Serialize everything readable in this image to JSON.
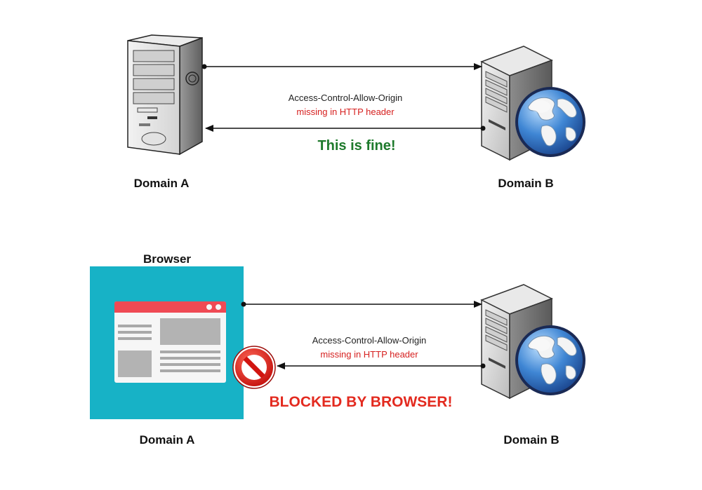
{
  "top_scenario": {
    "left_label": "Domain A",
    "right_label": "Domain B",
    "header_line1": "Access-Control-Allow-Origin",
    "header_line2": "missing in HTTP header",
    "result": "This is fine!"
  },
  "bottom_scenario": {
    "browser_title": "Browser",
    "left_label": "Domain A",
    "right_label": "Domain B",
    "header_line1": "Access-Control-Allow-Origin",
    "header_line2": "missing in HTTP header",
    "result": "BLOCKED BY BROWSER!"
  },
  "icons": {
    "client_computer": "desktop-tower-icon",
    "web_server": "server-globe-icon",
    "browser_window": "browser-window-icon",
    "blocked": "no-entry-icon"
  },
  "colors": {
    "ok_text": "#1e7a2c",
    "blocked_text": "#e32a1f",
    "header_warning": "#d6201f",
    "browser_bg": "#17b2c6",
    "browser_bar": "#ef4a54"
  }
}
